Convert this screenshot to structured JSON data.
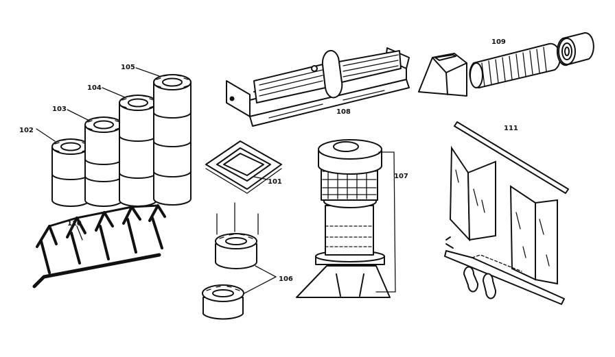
{
  "labels": {
    "p101": "101",
    "p102": "102",
    "p103": "103",
    "p104": "104",
    "p105": "105",
    "p106": "106",
    "p107": "107",
    "p108": "108",
    "p109": "109",
    "p110": "110",
    "p111": "111"
  }
}
